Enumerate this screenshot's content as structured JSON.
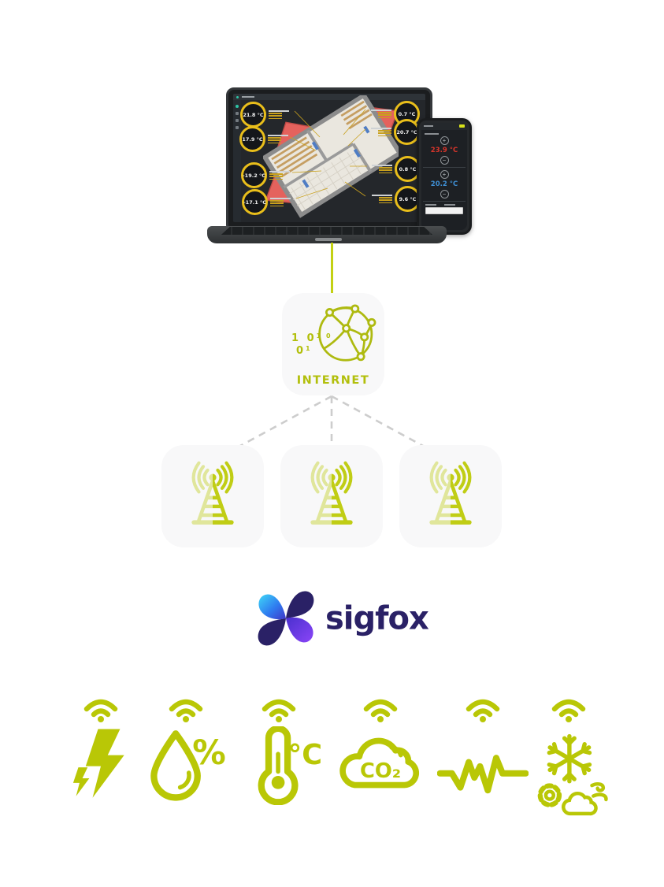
{
  "colors": {
    "accent_lime": "#b9c706",
    "accent_line": "#c3d013",
    "antenna_bright": "#c0cd15",
    "antenna_pale": "#e0e69b",
    "card_bg": "#f8f8f9",
    "dashed_line": "#cdcdcd",
    "gauge_ring": "#e9be1b",
    "hot_red": "#d8352b",
    "cold_blue": "#3f8fd4",
    "sigfox_indigo": "#2a2166"
  },
  "laptop_dashboard": {
    "gauges_left": [
      "21.8 °C",
      "17.9 °C",
      "-19.2 °C",
      "-17.1 °C"
    ],
    "gauges_right": [
      "0.7 °C",
      "20.7 °C",
      "0.8 °C",
      "9.6 °C"
    ]
  },
  "phone": {
    "heat_setpoint": "23.9 °C",
    "cool_setpoint": "20.2 °C",
    "plus": "+",
    "minus": "−"
  },
  "internet": {
    "label": "INTERNET",
    "binary_big_1": "1 0",
    "binary_small_1": "1 0",
    "binary_big_2": "0",
    "binary_small_2": "1"
  },
  "connectivity": {
    "provider": "sigfox"
  },
  "sensors": {
    "humidity_unit": "%",
    "temperature_unit": "°C",
    "co2_label": "CO₂"
  }
}
